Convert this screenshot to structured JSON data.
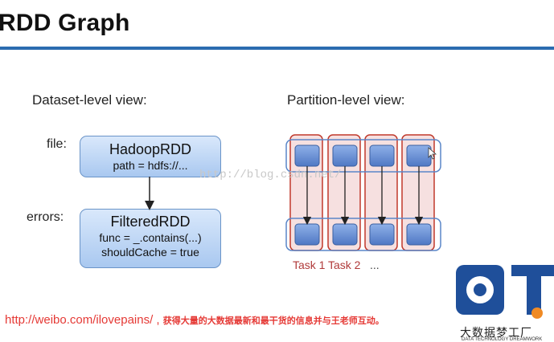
{
  "title": "RDD Graph",
  "dataset_view": {
    "heading": "Dataset-level view:",
    "file_label": "file:",
    "errors_label": "errors:",
    "hadoop_rdd": {
      "name": "HadoopRDD",
      "line1": "path = hdfs://..."
    },
    "filtered_rdd": {
      "name": "FilteredRDD",
      "line1": "func = _.contains(...)",
      "line2": "shouldCache = true"
    }
  },
  "partition_view": {
    "heading": "Partition-level view:",
    "task1": "Task 1",
    "task2": "Task 2",
    "more": "..."
  },
  "watermark": "http://blog.csdn.net/",
  "footer": {
    "url": "http://weibo.com/ilovepains/ ,",
    "note": "获得大量的大数据最新和最干货的信息并与王老师互动。"
  },
  "logo": {
    "text": "大数据梦工厂",
    "subtext": "DATA TECHNOLOGY DREAMWORK"
  },
  "colors": {
    "accent_blue": "#2b6cb0",
    "task_red": "#b03a3a",
    "footer_red": "#e53935"
  }
}
